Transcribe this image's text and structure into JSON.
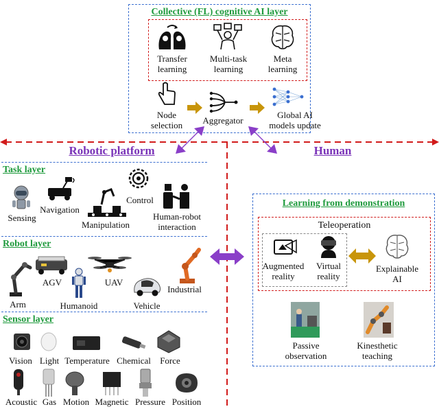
{
  "top": {
    "title": "Collective (FL) cognitive AI layer",
    "items": [
      "Transfer learning",
      "Multi-task learning",
      "Meta learning"
    ],
    "node_selection": "Node selection",
    "aggregator": "Aggregator",
    "global": "Global AI models update"
  },
  "robotic_platform": "Robotic platform",
  "human": "Human",
  "task_layer": {
    "title": "Task layer",
    "items": [
      "Sensing",
      "Navigation",
      "Manipulation",
      "Control",
      "Human-robot interaction"
    ]
  },
  "robot_layer": {
    "title": "Robot layer",
    "items": [
      "Arm",
      "AGV",
      "Humanoid",
      "UAV",
      "Vehicle",
      "Industrial"
    ]
  },
  "sensor_layer": {
    "title": "Sensor layer",
    "row1": [
      "Vision",
      "Light",
      "Temperature",
      "Chemical",
      "Force"
    ],
    "row2": [
      "Acoustic",
      "Gas",
      "Motion",
      "Magnetic",
      "Pressure",
      "Position"
    ]
  },
  "lfd": {
    "title": "Learning from demonstration",
    "teleoperation": "Teleoperation",
    "ar": "Augmented reality",
    "vr": "Virtual reality",
    "xai": "Explainable AI",
    "passive": "Passive observation",
    "kinesthetic": "Kinesthetic teaching"
  },
  "colors": {
    "blue_dash": "#3b6fd0",
    "red_dash": "#d11a1a",
    "green_title": "#1e9a3c",
    "purple": "#7a33b8",
    "gold_arrow": "#c8950a"
  }
}
